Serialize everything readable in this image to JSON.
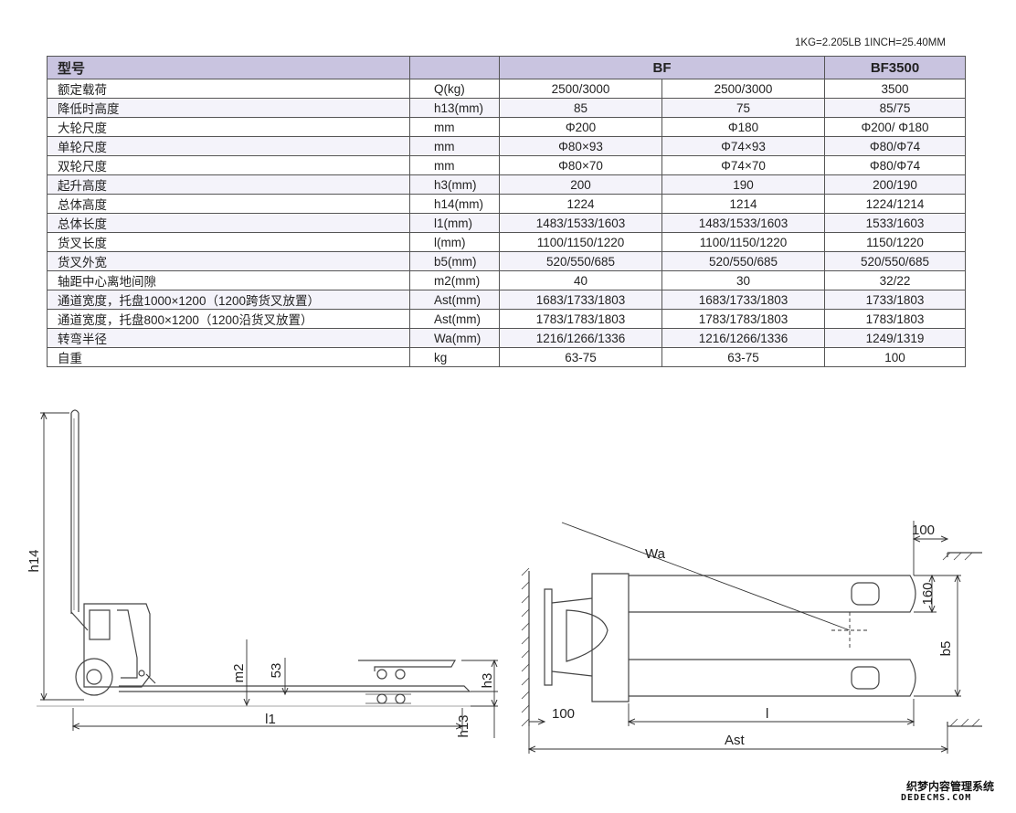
{
  "conversion": "1KG=2.205LB   1INCH=25.40MM",
  "header": {
    "name": "型号",
    "unit": "",
    "bf": "BF",
    "bf3500": "BF3500"
  },
  "rows": [
    {
      "name": "额定载荷",
      "unit": "Q(kg)",
      "v1": "2500/3000",
      "v2": "2500/3000",
      "v3": "3500"
    },
    {
      "name": "降低时高度",
      "unit": "h13(mm)",
      "v1": "85",
      "v2": "75",
      "v3": "85/75"
    },
    {
      "name": "大轮尺度",
      "unit": "mm",
      "v1": "Φ200",
      "v2": "Φ180",
      "v3": "Φ200/ Φ180"
    },
    {
      "name": "单轮尺度",
      "unit": "mm",
      "v1": "Φ80×93",
      "v2": "Φ74×93",
      "v3": "Φ80/Φ74"
    },
    {
      "name": "双轮尺度",
      "unit": "mm",
      "v1": "Φ80×70",
      "v2": "Φ74×70",
      "v3": "Φ80/Φ74"
    },
    {
      "name": "起升高度",
      "unit": "h3(mm)",
      "v1": "200",
      "v2": "190",
      "v3": "200/190"
    },
    {
      "name": "总体高度",
      "unit": "h14(mm)",
      "v1": "1224",
      "v2": "1214",
      "v3": "1224/1214"
    },
    {
      "name": "总体长度",
      "unit": "l1(mm)",
      "v1": "1483/1533/1603",
      "v2": "1483/1533/1603",
      "v3": "1533/1603"
    },
    {
      "name": "货叉长度",
      "unit": "l(mm)",
      "v1": "1100/1150/1220",
      "v2": "1100/1150/1220",
      "v3": "1150/1220"
    },
    {
      "name": "货叉外宽",
      "unit": "b5(mm)",
      "v1": "520/550/685",
      "v2": "520/550/685",
      "v3": "520/550/685"
    },
    {
      "name": "轴距中心离地间隙",
      "unit": "m2(mm)",
      "v1": "40",
      "v2": "30",
      "v3": "32/22"
    },
    {
      "name": "通道宽度，托盘1000×1200（1200跨货叉放置）",
      "unit": "Ast(mm)",
      "v1": "1683/1733/1803",
      "v2": "1683/1733/1803",
      "v3": "1733/1803"
    },
    {
      "name": "通道宽度，托盘800×1200（1200沿货叉放置）",
      "unit": "Ast(mm)",
      "v1": "1783/1783/1803",
      "v2": "1783/1783/1803",
      "v3": "1783/1803"
    },
    {
      "name": "转弯半径",
      "unit": "Wa(mm)",
      "v1": "1216/1266/1336",
      "v2": "1216/1266/1336",
      "v3": "1249/1319"
    },
    {
      "name": "自重",
      "unit": "kg",
      "v1": "63-75",
      "v2": "63-75",
      "v3": "100"
    }
  ],
  "side_labels": {
    "h14": "h14",
    "m2": "m2",
    "s53": "53",
    "h3": "h3",
    "h13": "h13",
    "l1": "l1"
  },
  "top_labels": {
    "wa": "Wa",
    "d100_top": "100",
    "d160": "160",
    "b5": "b5",
    "d100_bottom": "100",
    "l": "l",
    "ast": "Ast"
  },
  "watermark": {
    "line1": "织梦内容管理系统",
    "line2": "DEDECMS.COM"
  }
}
